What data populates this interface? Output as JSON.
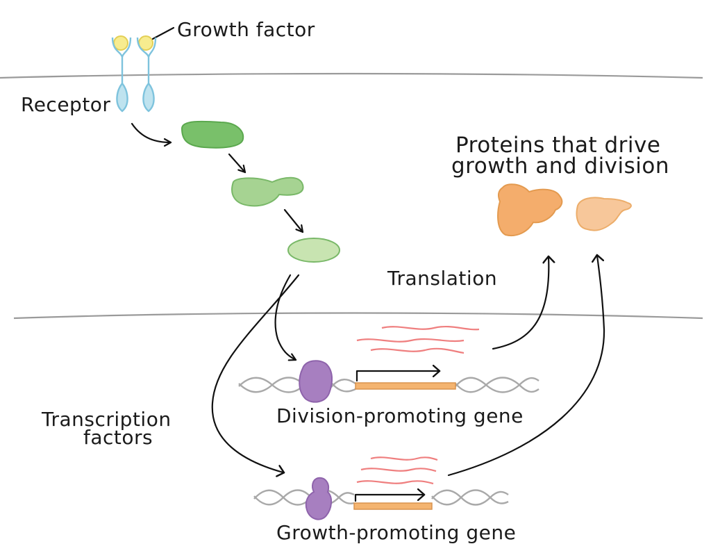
{
  "labels": {
    "growth_factor": "Growth factor",
    "receptor": "Receptor",
    "proteins_line1": "Proteins that drive",
    "proteins_line2": "growth and division",
    "translation": "Translation",
    "transcription_line1": "Transcription",
    "transcription_line2": "factors",
    "division_gene": "Division-promoting gene",
    "growth_gene": "Growth-promoting gene"
  },
  "colors": {
    "growth_factor": "#f7ec8f",
    "receptor": "#bfe3ef",
    "kinase_dark": "#79c06a",
    "kinase_mid": "#a6d392",
    "kinase_light": "#c8e4b1",
    "transcription_factor": "#a77fc0",
    "gene_bar": "#f4b470",
    "mrna": "#ef7f7f",
    "protein_dark": "#f4ad6c",
    "protein_light": "#f7c79a"
  }
}
